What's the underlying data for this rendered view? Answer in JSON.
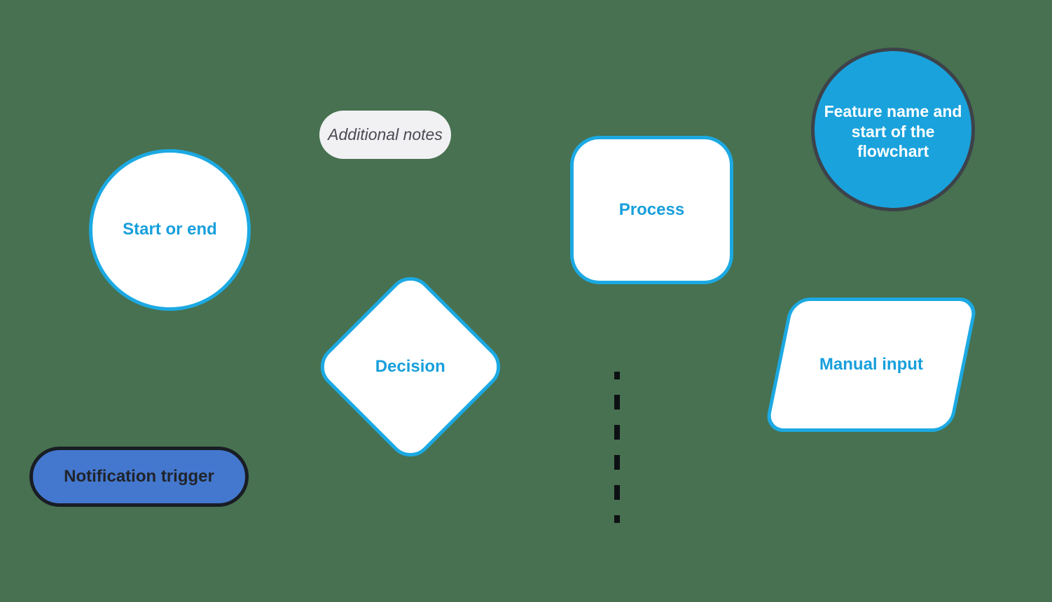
{
  "diagram": {
    "kind": "flowchart-shape-legend",
    "background_color": "#477150"
  },
  "colors": {
    "bg": "#477150",
    "accent": "#1ca9e2",
    "accent_text": "#189fdc",
    "shape_fill": "#ffffff",
    "feature_fill": "#1aa2dc",
    "feature_border": "#3d424a",
    "feature_text": "#ffffff",
    "notes_fill": "#f1f1f4",
    "notes_text": "#4a4b53",
    "notification_fill": "#4478ce",
    "notification_border": "#191d24",
    "notification_text": "#20242b",
    "dash_color": "#0d1014"
  },
  "shapes": {
    "start_end": {
      "type": "circle-outline",
      "label": "Start or end"
    },
    "additional_notes": {
      "type": "pill",
      "label": "Additional notes"
    },
    "process": {
      "type": "rounded-square-outline",
      "label": "Process"
    },
    "feature_start": {
      "type": "filled-circle",
      "label": "Feature name and\nstart of the\nflowchart"
    },
    "decision": {
      "type": "diamond-outline",
      "label": "Decision"
    },
    "manual_input": {
      "type": "parallelogram-outline",
      "label": "Manual input"
    },
    "notification_trigger": {
      "type": "filled-pill",
      "label": "Notification trigger"
    },
    "dashed_connector": {
      "type": "dashed-vertical-line",
      "label": ""
    }
  }
}
